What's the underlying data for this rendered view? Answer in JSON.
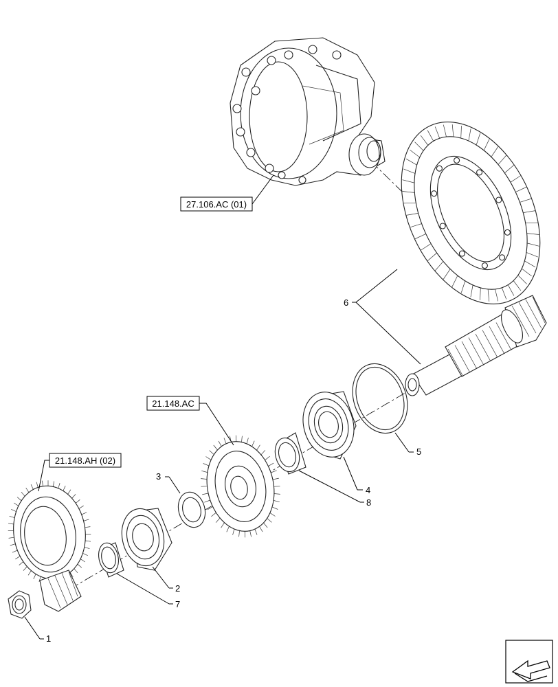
{
  "references": {
    "differential": "27.106.AC (01)",
    "gear_mid": "21.148.AC",
    "gear_left": "21.148.AH (02)"
  },
  "callouts": {
    "c1": "1",
    "c2": "2",
    "c3": "3",
    "c4": "4",
    "c5": "5",
    "c6": "6",
    "c7": "7",
    "c8": "8"
  },
  "nav_icon": "arrow-back-icon"
}
